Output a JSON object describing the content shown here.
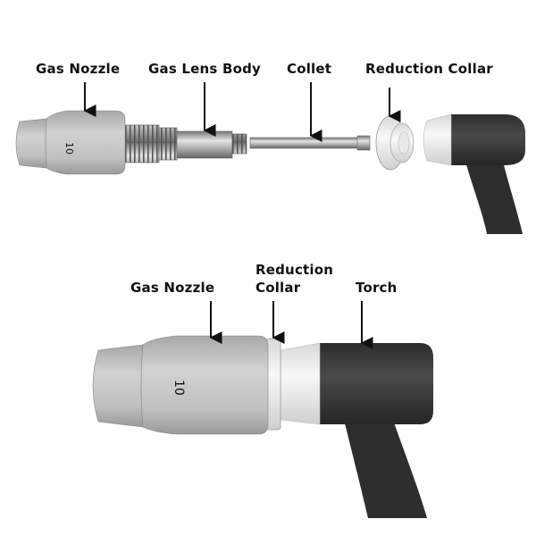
{
  "top_figure": {
    "labels": {
      "gas_nozzle": "Gas Nozzle",
      "gas_lens_body": "Gas Lens Body",
      "collet": "Collet",
      "reduction_collar": "Reduction Collar"
    },
    "nozzle_marking": "10"
  },
  "bottom_figure": {
    "labels": {
      "gas_nozzle": "Gas Nozzle",
      "reduction_collar_line1": "Reduction",
      "reduction_collar_line2": "Collar",
      "torch": "Torch"
    },
    "nozzle_marking": "10"
  },
  "colors": {
    "nozzle": "#c4c4c4",
    "collar": "#ececec",
    "torch": "#3b3b3b",
    "metal": "#a9a9a9",
    "arrow": "#111111"
  }
}
